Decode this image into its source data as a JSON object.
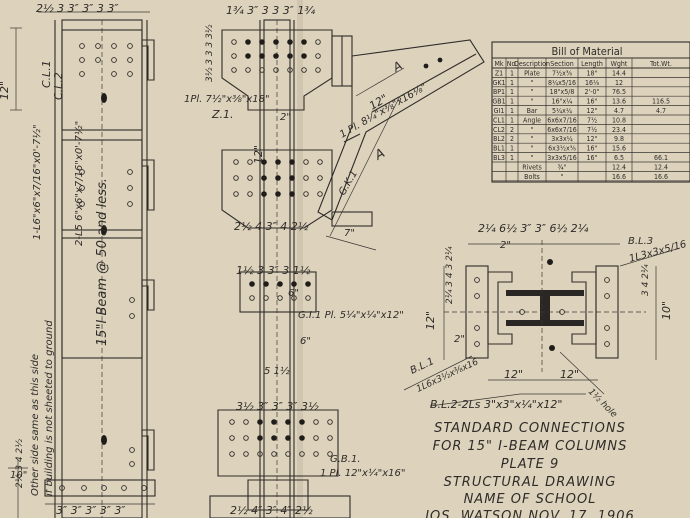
{
  "drawing": {
    "dims": {
      "top_left": "2½ 3 3″ 3″ 3 3″",
      "mid_top": "1¾ 3″ 3 3 3″ 1¾",
      "mid_lower": "1½ 3 3″ 3 1½",
      "bottom_a": "3½ 3″ 3″ 3″ 3½",
      "bottom_b": "3″ 3″ 3″ 3″ 3″",
      "bottom_c": "2½ 4″ 3″ 4″ 2½",
      "bottom_d": "2½ 4 3″ 4 2½",
      "right_b": "3½ 3 3 3 3½",
      "twelve_a": "12\"",
      "twelve_b": "12\"",
      "twelve_c": "12\"",
      "twelve_d": "12\"",
      "twelve_e": "12\"",
      "six_a": "6\"",
      "six_b": "6\"",
      "two_a": "2\"",
      "two_b": "2\"",
      "two_c": "2\"",
      "ten": "10\"",
      "seven": "7\"",
      "five": "5 1½",
      "left_vertical": "2½ 3 4 2½",
      "hole_note": "1½ hole",
      "sec_dims": "2¼ 6½ 3″ 3″ 6½ 2¼",
      "sec_left": "2¼ 3 4 3 2¼",
      "sec_right": "3 4 2¼"
    },
    "labels": {
      "cl1": "C.L.1",
      "cl2": "C.L.2",
      "z1": "Z.1.",
      "gk1_a": "G.K.1",
      "a_mark": "A",
      "a_mark2": "A",
      "angle_cl1": "1-L6\"x6\"x7/16\"x0'-7½\"",
      "angle_cl2": "2-L5 6\"x6\"x7/16\"x0'-7½\"",
      "beam_note": "15\"I Beam @ 50 and less.",
      "side_note_1": "Other side same as this side",
      "side_note_2": "if building is not sheeted to ground",
      "z1_plate": "1Pl. 7½\"x⅜\"x18\"",
      "gk1_plate": "1 Pl. 8¼\"x⅜\"x16⅛\"",
      "gi1_plate": "G.I.1 Pl. 5¼\"x¼\"x12\"",
      "gb1": "G.B.1.",
      "gb1_plate": "1 Pl. 12\"x¼\"x16\"",
      "bl3": "B.L.3",
      "bl3_spec": "1L3x3x5/16",
      "bl1": "B.L.1",
      "bl1_spec": "1L6x3½x⅜x16",
      "bl2": "B.L.2-2Ls 3\"x3\"x¼\"x12\"",
      "sec_twelve": "12\"",
      "sec_ten": "10\""
    }
  },
  "bill_of_material": {
    "title": "Bill of Material",
    "headers": [
      "Mk",
      "No.",
      "Description",
      "Section",
      "Length",
      "Wght",
      "Tot.Wt."
    ],
    "rows": [
      [
        "Z1",
        "1",
        "Plate",
        "7½x⅜",
        "18\"",
        "14.4",
        ""
      ],
      [
        "GK1",
        "1",
        "\"",
        "8¼x5/16",
        "16⅛",
        "12",
        ""
      ],
      [
        "BP1",
        "1",
        "\"",
        "18\"x5/8",
        "2'-0\"",
        "76.5",
        ""
      ],
      [
        "GB1",
        "1",
        "\"",
        "16\"x¼",
        "16\"",
        "13.6",
        "116.5"
      ],
      [
        "GI1",
        "1",
        "Bar",
        "5¼x¼",
        "12\"",
        "4.7",
        "4.7"
      ],
      [
        "CL1",
        "1",
        "Angle",
        "6x6x7/16",
        "7½",
        "10.8",
        ""
      ],
      [
        "CL2",
        "2",
        "\"",
        "6x6x7/16",
        "7½",
        "23.4",
        ""
      ],
      [
        "BL2",
        "2",
        "\"",
        "3x3x¼",
        "12\"",
        "9.8",
        ""
      ],
      [
        "BL1",
        "1",
        "\"",
        "6x3½x⅜",
        "16\"",
        "15.6",
        ""
      ],
      [
        "BL3",
        "1",
        "\"",
        "3x3x5/16",
        "16\"",
        "6.5",
        "66.1"
      ],
      [
        "",
        "",
        "Rivets",
        "¾\"",
        "",
        "12.4",
        "12.4"
      ],
      [
        "",
        "",
        "Bolts",
        "\"",
        "",
        "16.6",
        "16.6"
      ]
    ]
  },
  "title_block": {
    "line1": "STANDARD CONNECTIONS",
    "line2": "FOR 15\" I-BEAM COLUMNS",
    "line3": "PLATE 9",
    "line4": "STRUCTURAL DRAWING",
    "line5": "NAME OF SCHOOL",
    "line6": "JOS. WATSON       NOV. 17, 1906"
  }
}
